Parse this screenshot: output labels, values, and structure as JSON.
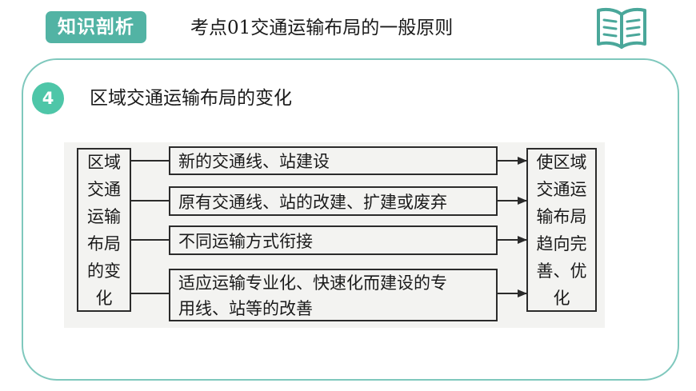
{
  "header": {
    "tag": "知识剖析",
    "title": "考点01交通运输布局的一般原则"
  },
  "section": {
    "number": "4",
    "title": "区域交通运输布局的变化"
  },
  "diagram": {
    "left_box": [
      "区域",
      "交通",
      "运输",
      "布局",
      "的变",
      "化"
    ],
    "middle_boxes": [
      {
        "lines": [
          "新的交通线、站建设"
        ]
      },
      {
        "lines": [
          "原有交通线、站的改建、扩建或废弃"
        ]
      },
      {
        "lines": [
          "不同运输方式衔接"
        ]
      },
      {
        "lines": [
          "适应运输专业化、快速化而建设的专",
          "用线、站等的改善"
        ]
      }
    ],
    "right_box": [
      "使区域",
      "交通运",
      "输布局",
      "趋向完",
      "善、优",
      "化"
    ]
  },
  "colors": {
    "tag_bg": "#52b3a4",
    "badge_bg": "#4ec6a8",
    "card_border": "#7fc8bd",
    "book_icon": "#4aa79a"
  }
}
